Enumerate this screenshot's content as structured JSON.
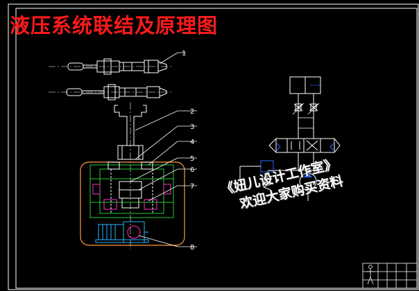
{
  "title": "液压系统联结及原理图",
  "watermark": {
    "line1": "《妞儿设计工作室》",
    "line2": "欢迎大家购买资料"
  },
  "callouts": [
    "1",
    "2",
    "3",
    "4",
    "5",
    "6",
    "7",
    "8"
  ],
  "colors": {
    "background": "#000000",
    "title": "#ff1a1a",
    "frame": "#ffffff",
    "outline_orange": "#ff9a3c",
    "machine_green": "#22cc33",
    "motor_cyan": "#29b6ff",
    "accent_magenta": "#ff33cc",
    "hydraulic_blue": "#2a6cff"
  }
}
